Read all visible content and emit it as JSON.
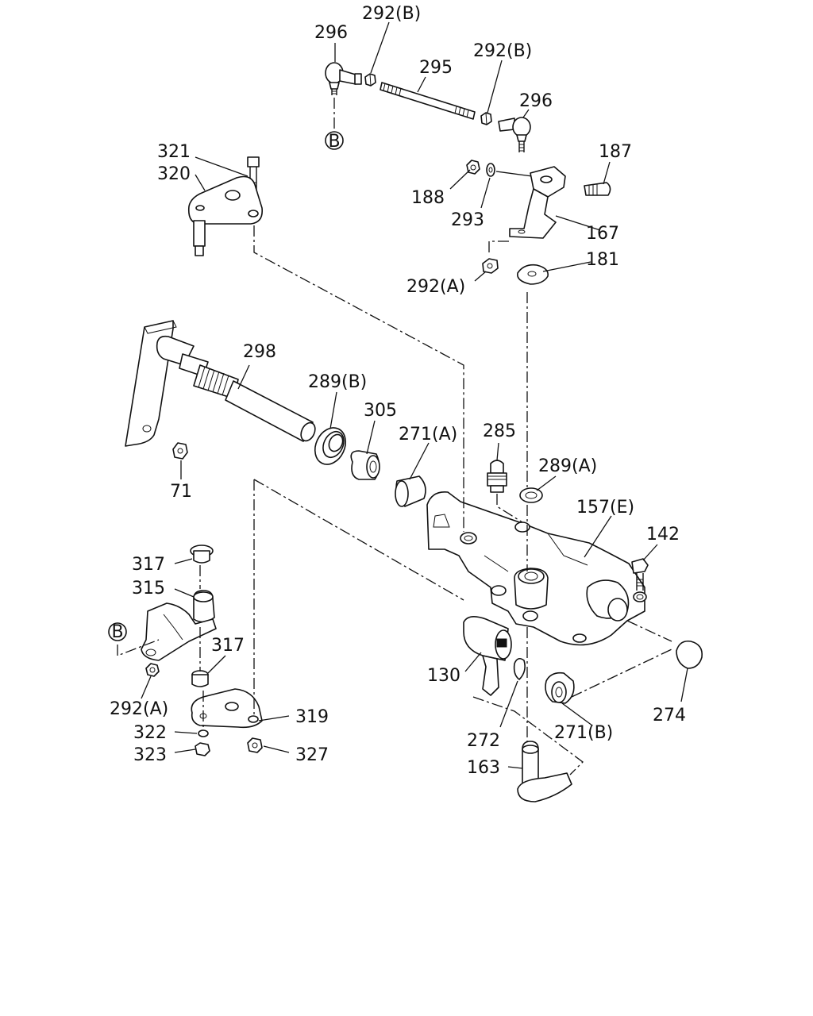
{
  "labels": {
    "l296a": "296",
    "l292b_top": "292(B)",
    "l295": "295",
    "l292b_right": "292(B)",
    "l296b": "296",
    "lB_top": "B",
    "l321": "321",
    "l320": "320",
    "l187": "187",
    "l188": "188",
    "l293": "293",
    "l167": "167",
    "l181": "181",
    "l292a_top": "292(A)",
    "l298": "298",
    "l289b": "289(B)",
    "l305": "305",
    "l271a": "271(A)",
    "l285": "285",
    "l289a": "289(A)",
    "l71": "71",
    "l157e": "157(E)",
    "l142": "142",
    "l317a": "317",
    "l315": "315",
    "lB_bottom": "B",
    "l317b": "317",
    "l292a_bottom": "292(A)",
    "l322": "322",
    "l323": "323",
    "l319": "319",
    "l327": "327",
    "l130": "130",
    "l272": "272",
    "l271b": "271(B)",
    "l274": "274",
    "l163": "163"
  },
  "icons": [
    "circled-letter-b-icon"
  ]
}
